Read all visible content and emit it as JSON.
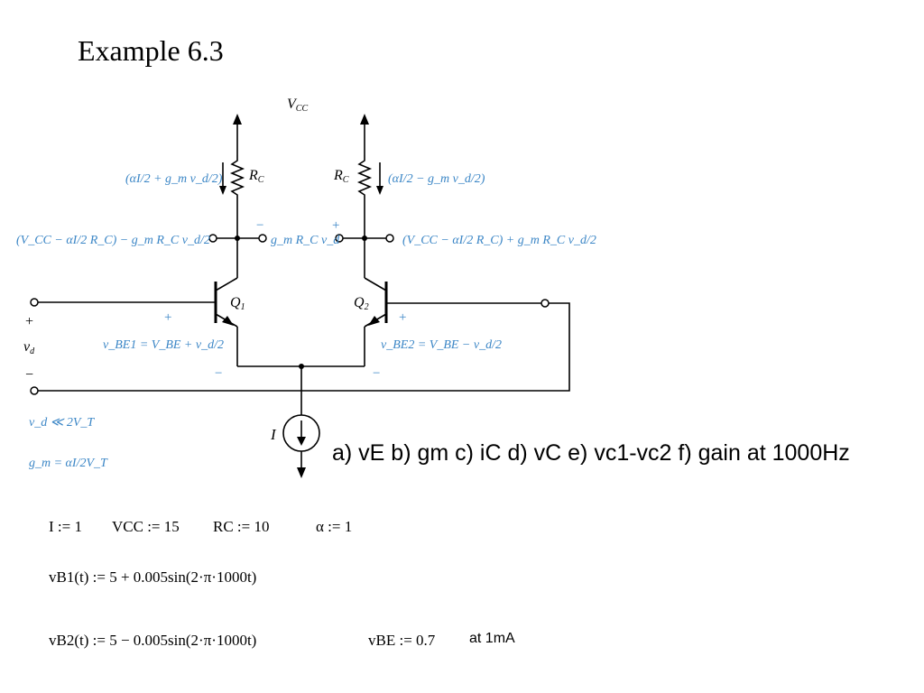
{
  "title": "Example 6.3",
  "circuit": {
    "vcc_label": "V",
    "vcc_sub": "CC",
    "rc_label": "R",
    "rc_sub": "C",
    "q1_label": "Q",
    "q1_sub": "1",
    "q2_label": "Q",
    "q2_sub": "2",
    "i_label": "I",
    "vd_label": "v",
    "vd_sub": "d",
    "plus": "+",
    "minus": "−",
    "left_current": "(αI/2 + g_m v_d/2)",
    "right_current": "(αI/2 − g_m v_d/2)",
    "left_collector_voltage": "(V_CC − αI/2 R_C) − g_m R_C v_d/2",
    "right_collector_voltage": "(V_CC − αI/2 R_C) + g_m R_C v_d/2",
    "diff_output": "g_m R_C v_d",
    "vbe1": "v_BE1 = V_BE + v_d/2",
    "vbe2": "v_BE2 = V_BE − v_d/2",
    "vd_condition": "v_d ≪ 2V_T",
    "gm_formula": "g_m = αI/2V_T"
  },
  "question": "a) vE  b) gm c) iC  d) vC  e) vc1-vc2  f) gain at 1000Hz",
  "definitions": {
    "i": "I := 1",
    "vcc": "VCC := 15",
    "rc": "RC := 10",
    "alpha": "α := 1",
    "vb1": "vB1(t) := 5 + 0.005sin(2·π·1000t)",
    "vb2": "vB2(t) := 5 − 0.005sin(2·π·1000t)",
    "vbe": "vBE := 0.7",
    "at_current": "at 1mA"
  },
  "colors": {
    "annotation_blue": "#3b86c6",
    "wire": "#000000"
  }
}
